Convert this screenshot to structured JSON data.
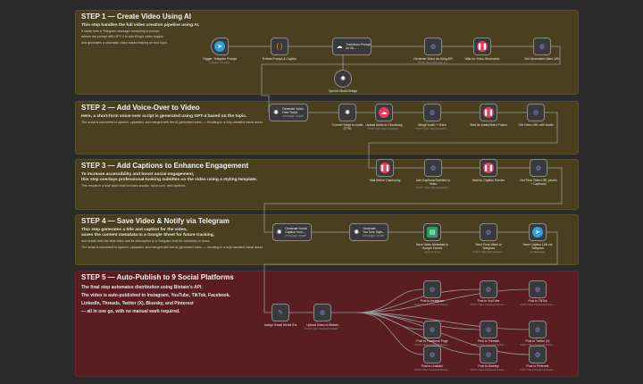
{
  "steps": [
    {
      "title": "STEP 1 — Create Video Using AI",
      "lines": [
        {
          "text": "This step handles the full video creation pipeline using AI.",
          "bold": true
        },
        {
          "text": "It starts from a Telegram message containing a prompt,",
          "bold": false
        },
        {
          "text": "refines the prompt with GPT-4 to add Kling's video engine,",
          "bold": false
        },
        {
          "text": "and generates a cinematic video based entirely on text input.",
          "bold": false
        }
      ]
    },
    {
      "title": "STEP 2 — Add Voice-Over to Video",
      "lines": [
        {
          "text": "Here, a short-form voice-over script is generated using GPT-4 based on the topic.",
          "bold": true
        },
        {
          "text": "The script is converted to speech, uploaded, and merged with the AI-generated video — resulting in a fully narrated visual asset.",
          "bold": false
        }
      ]
    },
    {
      "title": "STEP 3 — Add Captions to Enhance Engagement",
      "lines": [
        {
          "text": "To increase accessibility and boost social engagement,",
          "bold": true
        },
        {
          "text": "this step overlays professional-looking subtitles on the video using a styling template.",
          "bold": true
        },
        {
          "text": "This results in a final video that includes visuals, voice-over, and captions.",
          "bold": false
        }
      ]
    },
    {
      "title": "STEP 4 — Save Video & Notify via Telegram",
      "lines": [
        {
          "text": "This step generates a title and caption for the video,",
          "bold": true
        },
        {
          "text": "saves the content metadata to a Google Sheet for future tracking,",
          "bold": true
        },
        {
          "text": "and sends both the final video and its description to a Telegram chat for validation or reuse.",
          "bold": false
        },
        {
          "text": "The script is converted to speech, uploaded, and merged with the AI-generated video — resulting in a fully narrated visual asset.",
          "bold": false
        }
      ]
    },
    {
      "title": "STEP 5 — Auto-Publish to 9 Social Platforms",
      "lines": [
        {
          "text": "The final step automates distribution using Blotato's API.",
          "bold": true
        },
        {
          "text": "The video is auto-published to Instagram, YouTube, TikTok, Facebook,",
          "bold": true
        },
        {
          "text": "LinkedIn, Threads, Twitter (X), Bluesky, and Pinterest",
          "bold": true
        },
        {
          "text": "— all in one go, with no manual work required.",
          "bold": true
        }
      ]
    }
  ],
  "nodes": {
    "telegram_trigger": {
      "label": "Trigger: Telegram Prompt",
      "sub": "updates: message",
      "icon": "telegram-icon"
    },
    "extract_prompt": {
      "label": "Extract Prompt & Caption",
      "sub": "",
      "icon": "code-icon"
    },
    "transform_prompt": {
      "label": "Transform Prompt for Kli...",
      "sub": "",
      "icon": "cloud-icon"
    },
    "openai_bridge": {
      "label": "OpenAI Model Bridge",
      "sub": "",
      "icon": "openai-icon"
    },
    "gen_video": {
      "label": "Generate Video via Kling API",
      "sub": "POST: https://api.piapi.ai/...",
      "icon": "globe-icon"
    },
    "wait_video": {
      "label": "Wait for Video Generation",
      "sub": "",
      "icon": "pause-icon"
    },
    "get_video_url": {
      "label": "Get Generated Video URL",
      "sub": "",
      "icon": "globe-icon"
    },
    "gen_voice_script": {
      "label": "Generate Voice-Over Script",
      "sub": "message model",
      "icon": "openai-icon"
    },
    "convert_audio": {
      "label": "Convert Script to Audio (TTS)",
      "sub": "",
      "icon": "openai-icon"
    },
    "upload_audio": {
      "label": "Upload Audio to Cloudinary",
      "sub": "POST: https://api.cloudinary...",
      "icon": "cloud-icon"
    },
    "merge_audio": {
      "label": "Merge Audio + Video",
      "sub": "POST: https://api.json2video...",
      "icon": "globe-icon"
    },
    "wait_audio": {
      "label": "Wait for Audio/Video Fusion",
      "sub": "",
      "icon": "pause-icon"
    },
    "get_video_audio": {
      "label": "Get Video URL with Audio",
      "sub": "",
      "icon": "globe-icon"
    },
    "wait_captioning": {
      "label": "Wait Before Captioning",
      "sub": "",
      "icon": "pause-icon"
    },
    "add_captions": {
      "label": "Add Captions/Subtitles to Video",
      "sub": "POST: https://api.json2video...",
      "icon": "globe-icon"
    },
    "wait_caption_render": {
      "label": "Wait for Caption Render",
      "sub": "",
      "icon": "pause-icon"
    },
    "get_final_url": {
      "label": "Get Final Video URL (Audio + Captions)",
      "sub": "",
      "icon": "globe-icon"
    },
    "gen_social_caption": {
      "label": "Generate Social Caption from...",
      "sub": "message model",
      "icon": "openai-icon"
    },
    "gen_youtube_title": {
      "label": "Generate YouTube Style...",
      "sub": "message model",
      "icon": "openai-icon"
    },
    "save_sheets": {
      "label": "Save Video Metadata to Google Sheets",
      "sub": "append: sheet",
      "icon": "sheets-icon"
    },
    "send_video_tg": {
      "label": "Send Final Video to Telegram",
      "sub": "POST: https://api.telegram...",
      "icon": "globe-icon"
    },
    "send_caption_tg": {
      "label": "Send Caption Link via Telegram",
      "sub": "sendMessage",
      "icon": "telegram-icon"
    },
    "assign_social": {
      "label": "Assign Social Media IDs",
      "sub": "",
      "icon": "edit-icon"
    },
    "upload_blotato": {
      "label": "Upload Video to Blotato",
      "sub": "POST: https://backend.blotato...",
      "icon": "globe-icon"
    },
    "post_instagram": {
      "label": "Post to Instagram",
      "sub": "POST: https://backend.blotato...",
      "icon": "globe-icon"
    },
    "post_youtube": {
      "label": "Post to YouTube",
      "sub": "POST: https://backend.blotato...",
      "icon": "globe-icon"
    },
    "post_tiktok": {
      "label": "Post to TikTok",
      "sub": "POST: https://backend.blotato...",
      "icon": "globe-icon"
    },
    "post_facebook": {
      "label": "Post to Facebook Page",
      "sub": "POST: https://backend.blotato...",
      "icon": "globe-icon"
    },
    "post_threads": {
      "label": "Post to Threads",
      "sub": "POST: https://backend.blotato...",
      "icon": "globe-icon"
    },
    "post_twitter": {
      "label": "Post to Twitter (X)",
      "sub": "POST: https://backend.blotato...",
      "icon": "globe-icon"
    },
    "post_linkedin": {
      "label": "Post to LinkedIn",
      "sub": "POST: https://backend.blotato...",
      "icon": "globe-icon"
    },
    "post_bluesky": {
      "label": "Post to Bluesky",
      "sub": "POST: https://backend.blotato...",
      "icon": "globe-icon"
    },
    "post_pinterest": {
      "label": "Post to Pinterest",
      "sub": "POST: https://backend.blotato...",
      "icon": "globe-icon"
    }
  },
  "colors": {
    "step_bg": "#4a4020",
    "step5_bg": "#5a1e22",
    "wire": "#9a9a9a",
    "telegram": "#2aa3e0",
    "globe": "#5b6bd8",
    "pause": "#e0405a",
    "openai": "#ffffff",
    "sheets": "#22a35a"
  }
}
